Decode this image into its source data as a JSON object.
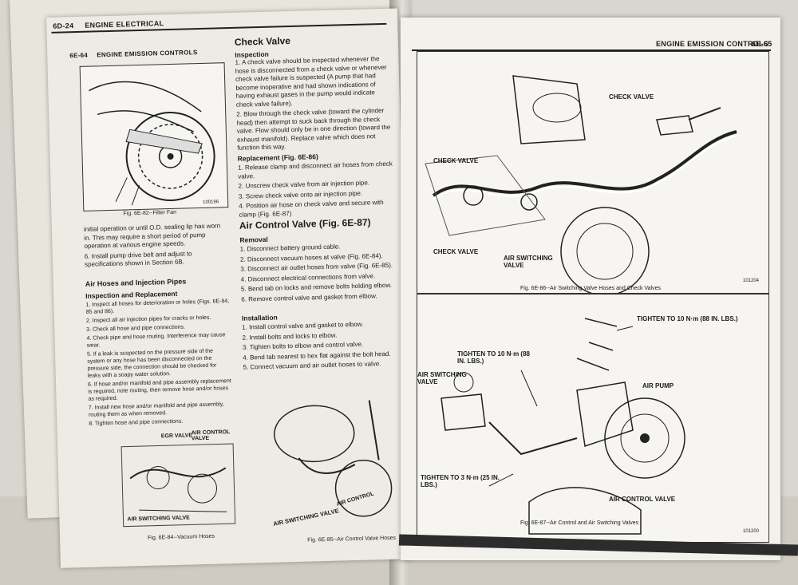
{
  "left_page": {
    "page_num": "6D-24",
    "header": "ENGINE ELECTRICAL",
    "inner_page_num": "6E-64",
    "inner_header": "ENGINE EMISSION CONTROLS",
    "fig82_caption": "Fig. 6E-82--Filter Fan",
    "fig82_code": "100196",
    "para_top": "initial operation or until O.D. sealing lip has worn in. This may require a short period of pump operation at various engine speeds.",
    "step6": "6. Install pump drive belt and adjust to specifications shown in Section 6B.",
    "air_hoses_title": "Air Hoses and Injection Pipes",
    "insp_repl_title": "Inspection and Replacement",
    "hose_steps": [
      "1. Inspect all hoses for deterioration or holes (Figs. 6E-84, 85 and 86).",
      "2. Inspect all air injection pipes for cracks or holes.",
      "3. Check all hose and pipe connections.",
      "4. Check pipe and hose routing. Interference may cause wear.",
      "5. If a leak is suspected on the pressure side of the system or any hose has been disconnected on the pressure side, the connection should be checked for leaks with a soapy water solution.",
      "6. If hose and/or manifold and pipe assembly replacement is required, note routing, then remove hose and/or hoses as required.",
      "7. Install new hose and/or manifold and pipe assembly, routing them as when removed.",
      "8. Tighten hose and pipe connections."
    ],
    "check_valve_title": "Check Valve",
    "inspection_title": "Inspection",
    "check_steps": [
      "1. A check valve should be inspected whenever the hose is disconnected from a check valve or whenever check valve failure is suspected (A pump that had become inoperative and had shown indications of having exhaust gases in the pump would indicate check valve failure).",
      "2. Blow through the check valve (toward the cylinder head) then attempt to suck back through the check valve. Flow should only be in one direction (toward the exhaust manifold). Replace valve which does not function this way."
    ],
    "replacement_title": "Replacement (Fig. 6E-86)",
    "repl_steps": [
      "1. Release clamp and disconnect air hoses from check valve.",
      "2. Unscrew check valve from air injection pipe.",
      "3. Screw check valve onto air injection pipe.",
      "4. Position air hose on check valve and secure with clamp (Fig. 6E-87)"
    ],
    "acv_title": "Air Control Valve (Fig. 6E-87)",
    "removal_title": "Removal",
    "removal_steps": [
      "1. Disconnect battery ground cable.",
      "2. Disconnect vacuum hoses at valve (Fig. 6E-84).",
      "3. Disconnect air outlet hoses from valve (Fig. 6E-85).",
      "4. Disconnect electrical connections from valve.",
      "5. Bend tab on locks and remove bolts holding elbow.",
      "6. Remove control valve and gasket from elbow."
    ],
    "installation_title": "Installation",
    "install_steps": [
      "1. Install control valve and gasket to elbow.",
      "2. Install bolts and locks to elbow.",
      "3. Tighten bolts to elbow and control valve.",
      "4. Bend tab nearest to hex flat against the bolt head.",
      "5. Connect vacuum and air outlet hoses to valve."
    ],
    "fig84_labels": [
      "EGR VALVE",
      "AIR CONTROL VALVE",
      "AIR SWITCHING VALVE"
    ],
    "fig84_caption": "Fig. 6E-84--Vacuum Hoses",
    "fig85_labels": [
      "AIR CONTROL",
      "AIR SWITCHING VALVE"
    ],
    "fig85_caption": "Fig. 6E-85--Air Control Valve Hoses"
  },
  "right_page": {
    "header": "ENGINE EMISSION CONTROLS",
    "page_num": "6E-65",
    "fig86_labels": [
      "CHECK VALVE",
      "CHECK VALVE",
      "CHECK VALVE",
      "AIR SWITCHING VALVE"
    ],
    "fig86_caption": "Fig. 6E-86--Air Switching Valve Hoses and Check Valves",
    "fig86_code": "101204",
    "fig87_labels": {
      "tighten_a": "TIGHTEN TO 10 N·m (88 IN. LBS.)",
      "tighten_b": "TIGHTEN TO 10 N·m (88 IN. LBS.)",
      "air_switching": "AIR SWITCHING VALVE",
      "air_pump": "AIR PUMP",
      "tighten_c": "TIGHTEN TO 3 N·m (25 IN. LBS.)",
      "air_control": "AIR CONTROL VALVE"
    },
    "fig87_caption": "Fig. 6E-87--Air Control and Air Switching Valves",
    "fig87_code": "101200"
  }
}
